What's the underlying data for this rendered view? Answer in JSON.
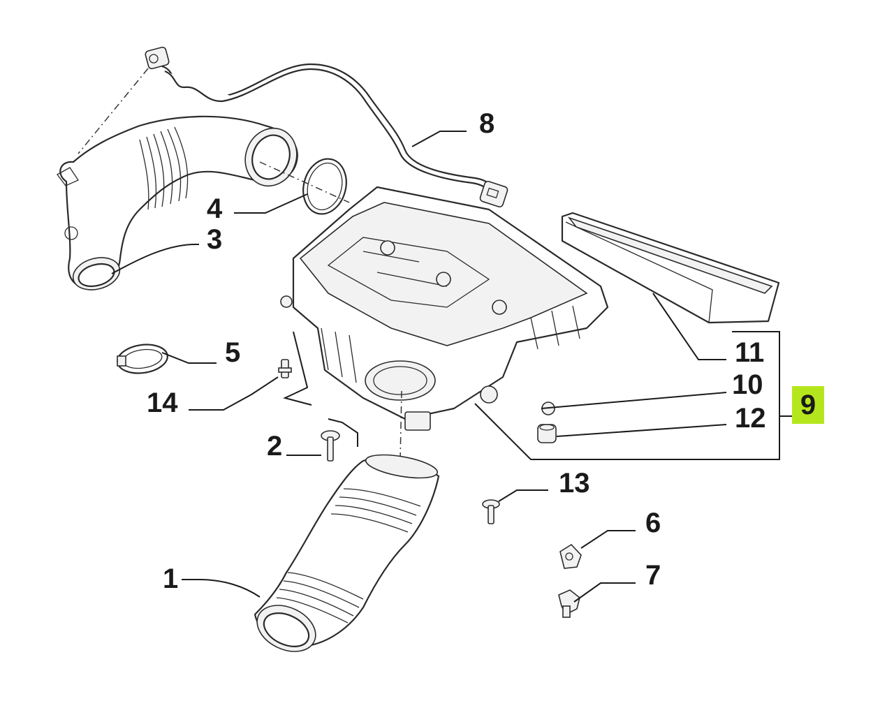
{
  "diagram": {
    "callouts": [
      {
        "id": "c1",
        "number": "1"
      },
      {
        "id": "c2",
        "number": "2"
      },
      {
        "id": "c3",
        "number": "3"
      },
      {
        "id": "c4",
        "number": "4"
      },
      {
        "id": "c5",
        "number": "5"
      },
      {
        "id": "c6",
        "number": "6"
      },
      {
        "id": "c7",
        "number": "7"
      },
      {
        "id": "c8",
        "number": "8"
      },
      {
        "id": "c10",
        "number": "10"
      },
      {
        "id": "c11",
        "number": "11"
      },
      {
        "id": "c12",
        "number": "12"
      },
      {
        "id": "c13",
        "number": "13"
      },
      {
        "id": "c14",
        "number": "14"
      }
    ],
    "highlighted_group": {
      "number": "9",
      "color": "#b5e61d"
    }
  }
}
